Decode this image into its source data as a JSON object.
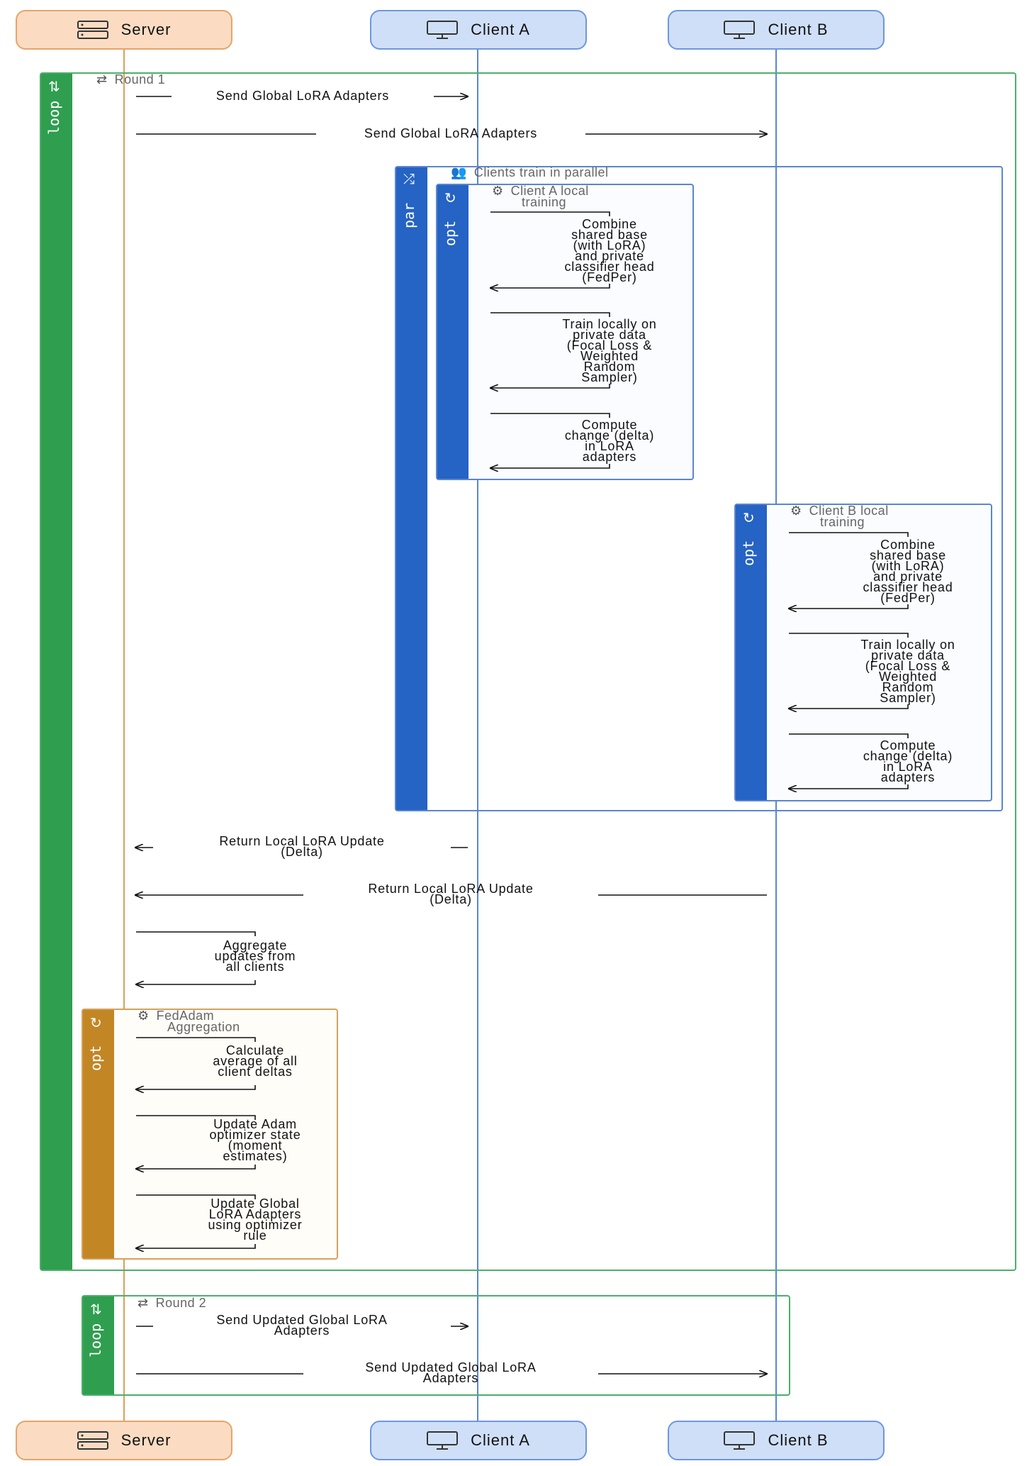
{
  "actors": {
    "server": "Server",
    "client_a": "Client A",
    "client_b": "Client B"
  },
  "colors": {
    "server_fill": "#fbdcc3",
    "server_border": "#e8a468",
    "client_fill": "#cfdff8",
    "client_border": "#6d97e0",
    "loop": "#2f9e4f",
    "par": "#2563c4",
    "opt_blue": "#2563c4",
    "opt_gold": "#c28624",
    "server_line": "#d6a15a",
    "client_line": "#5b86cf"
  },
  "loop1": {
    "keyword": "loop",
    "title": "Round 1",
    "icon": "repeat-icon",
    "msg_send_a": "Send Global LoRA Adapters",
    "msg_send_b": "Send Global LoRA Adapters",
    "par": {
      "keyword": "par",
      "title": "Clients train in parallel",
      "icon": "users-icon",
      "opt_a": {
        "keyword": "opt",
        "title_line1": "Client A local",
        "title_line2": "training",
        "icon": "cpu-icon",
        "step1": [
          "Combine",
          "shared base",
          "(with LoRA)",
          "and private",
          "classifier head",
          "(FedPer)"
        ],
        "step2": [
          "Train locally on",
          "private data",
          "(Focal Loss &",
          "Weighted",
          "Random",
          "Sampler)"
        ],
        "step3": [
          "Compute",
          "change (delta)",
          "in LoRA",
          "adapters"
        ]
      },
      "opt_b": {
        "keyword": "opt",
        "title_line1": "Client B local",
        "title_line2": "training",
        "icon": "cpu-icon",
        "step1": [
          "Combine",
          "shared base",
          "(with LoRA)",
          "and private",
          "classifier head",
          "(FedPer)"
        ],
        "step2": [
          "Train locally on",
          "private data",
          "(Focal Loss &",
          "Weighted",
          "Random",
          "Sampler)"
        ],
        "step3": [
          "Compute",
          "change (delta)",
          "in LoRA",
          "adapters"
        ]
      }
    },
    "msg_return_a": [
      "Return Local LoRA Update",
      "(Delta)"
    ],
    "msg_return_b": [
      "Return Local LoRA Update",
      "(Delta)"
    ],
    "aggregate": [
      "Aggregate",
      "updates from",
      "all clients"
    ],
    "opt_fedadam": {
      "keyword": "opt",
      "title_line1": "FedAdam",
      "title_line2": "Aggregation",
      "icon": "gear-icon",
      "step1": [
        "Calculate",
        "average of all",
        "client deltas"
      ],
      "step2": [
        "Update Adam",
        "optimizer state",
        "(moment",
        "estimates)"
      ],
      "step3": [
        "Update Global",
        "LoRA Adapters",
        "using optimizer",
        "rule"
      ]
    }
  },
  "loop2": {
    "keyword": "loop",
    "title": "Round 2",
    "icon": "repeat-icon",
    "msg_send_a": [
      "Send Updated Global LoRA",
      "Adapters"
    ],
    "msg_send_b": [
      "Send Updated Global LoRA",
      "Adapters"
    ]
  }
}
